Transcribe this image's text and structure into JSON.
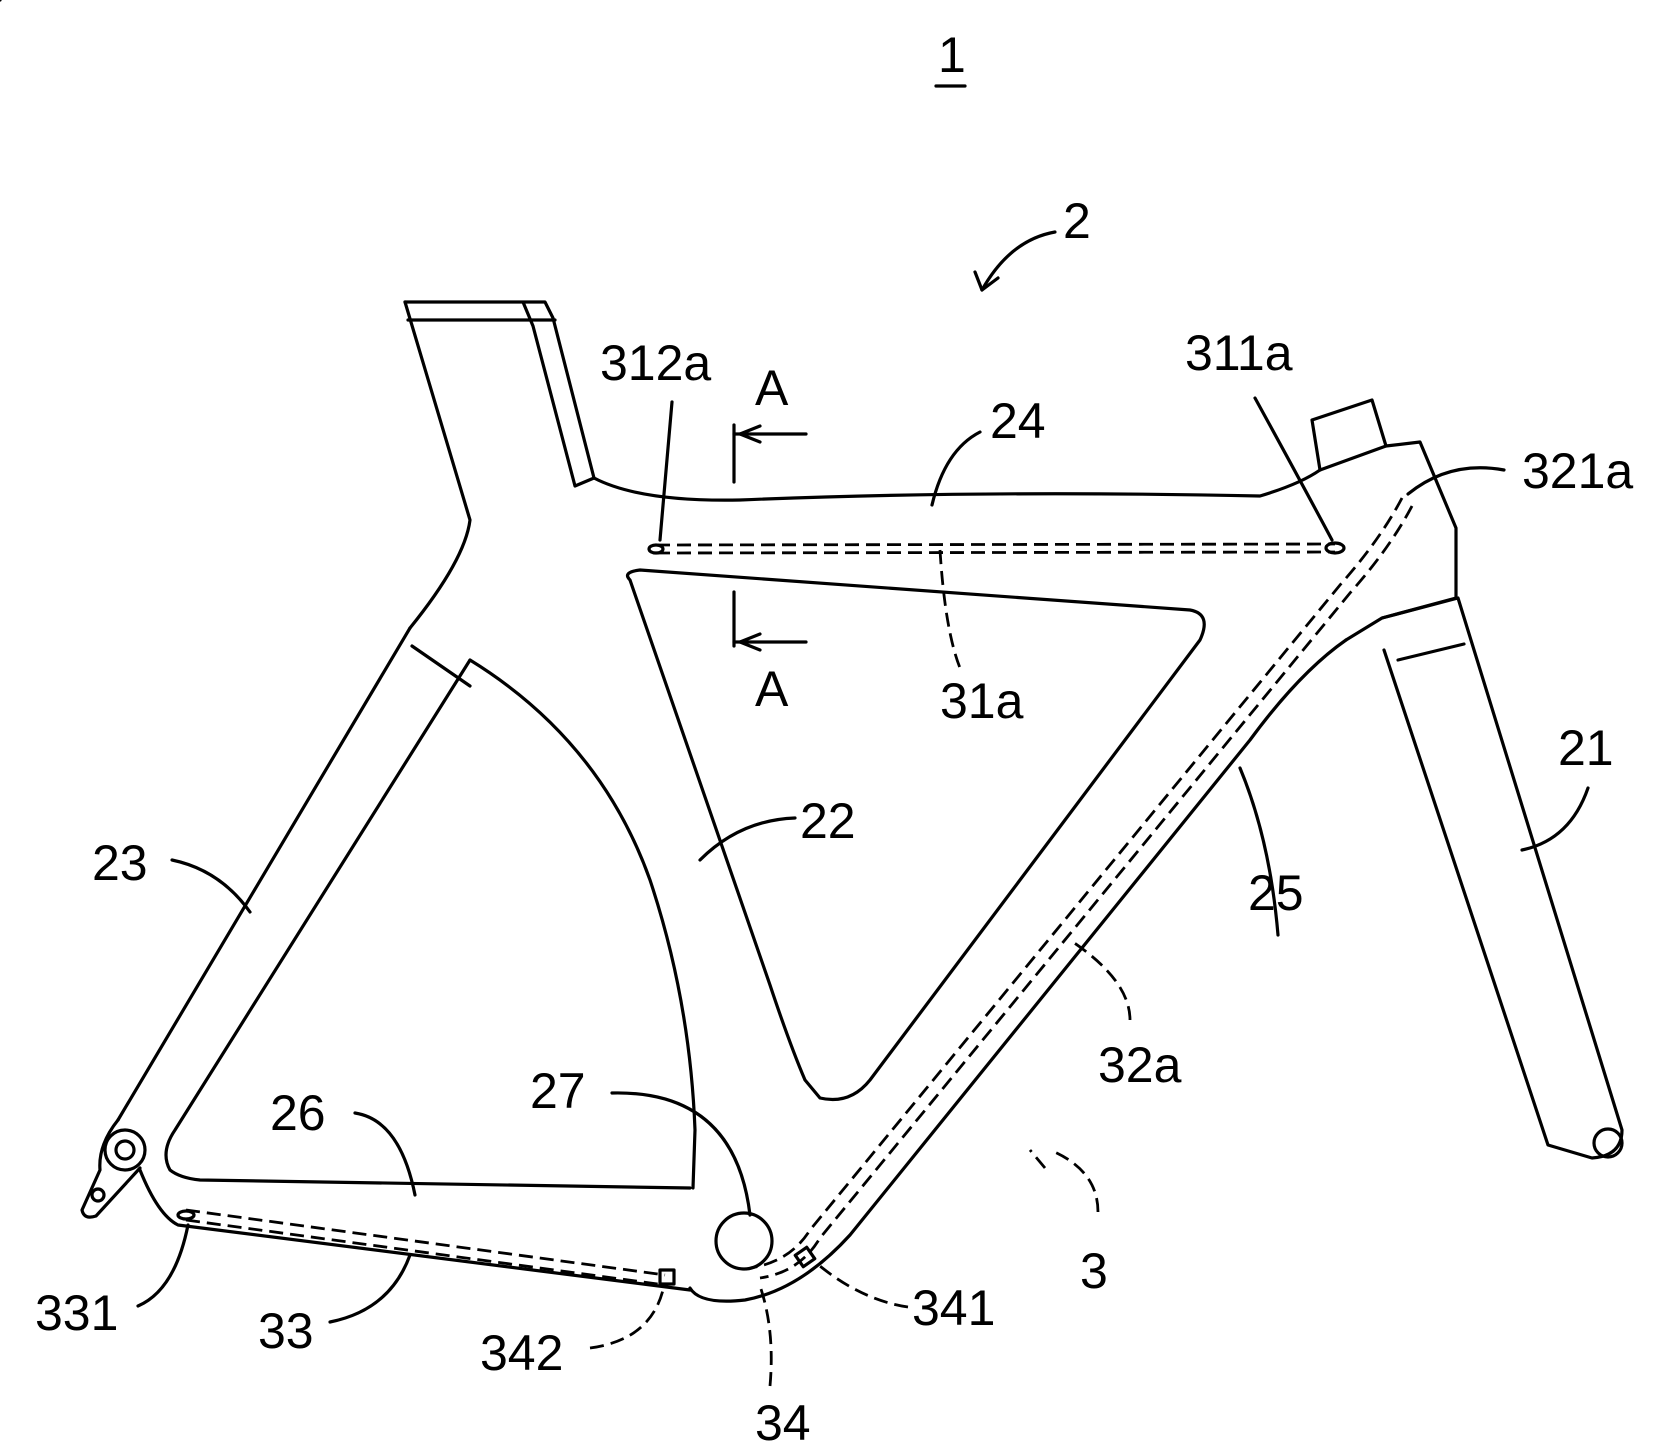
{
  "figure": {
    "number": "1",
    "labels": {
      "frame": "2",
      "fork": "21",
      "seat_tube": "22",
      "seat_stay": "23",
      "top_tube": "24",
      "down_tube": "25",
      "chain_stay": "26",
      "bottom_bracket": "27",
      "cable_system": "3",
      "top_channel": "31a",
      "top_channel_rear_end": "312a",
      "top_channel_front_end": "311a",
      "down_channel": "32a",
      "down_channel_front_end": "321a",
      "chain_channel": "33",
      "chain_channel_end": "331",
      "connector": "34",
      "connector_front": "341",
      "connector_rear": "342",
      "section_mark_top": "A",
      "section_mark_bottom": "A"
    }
  }
}
